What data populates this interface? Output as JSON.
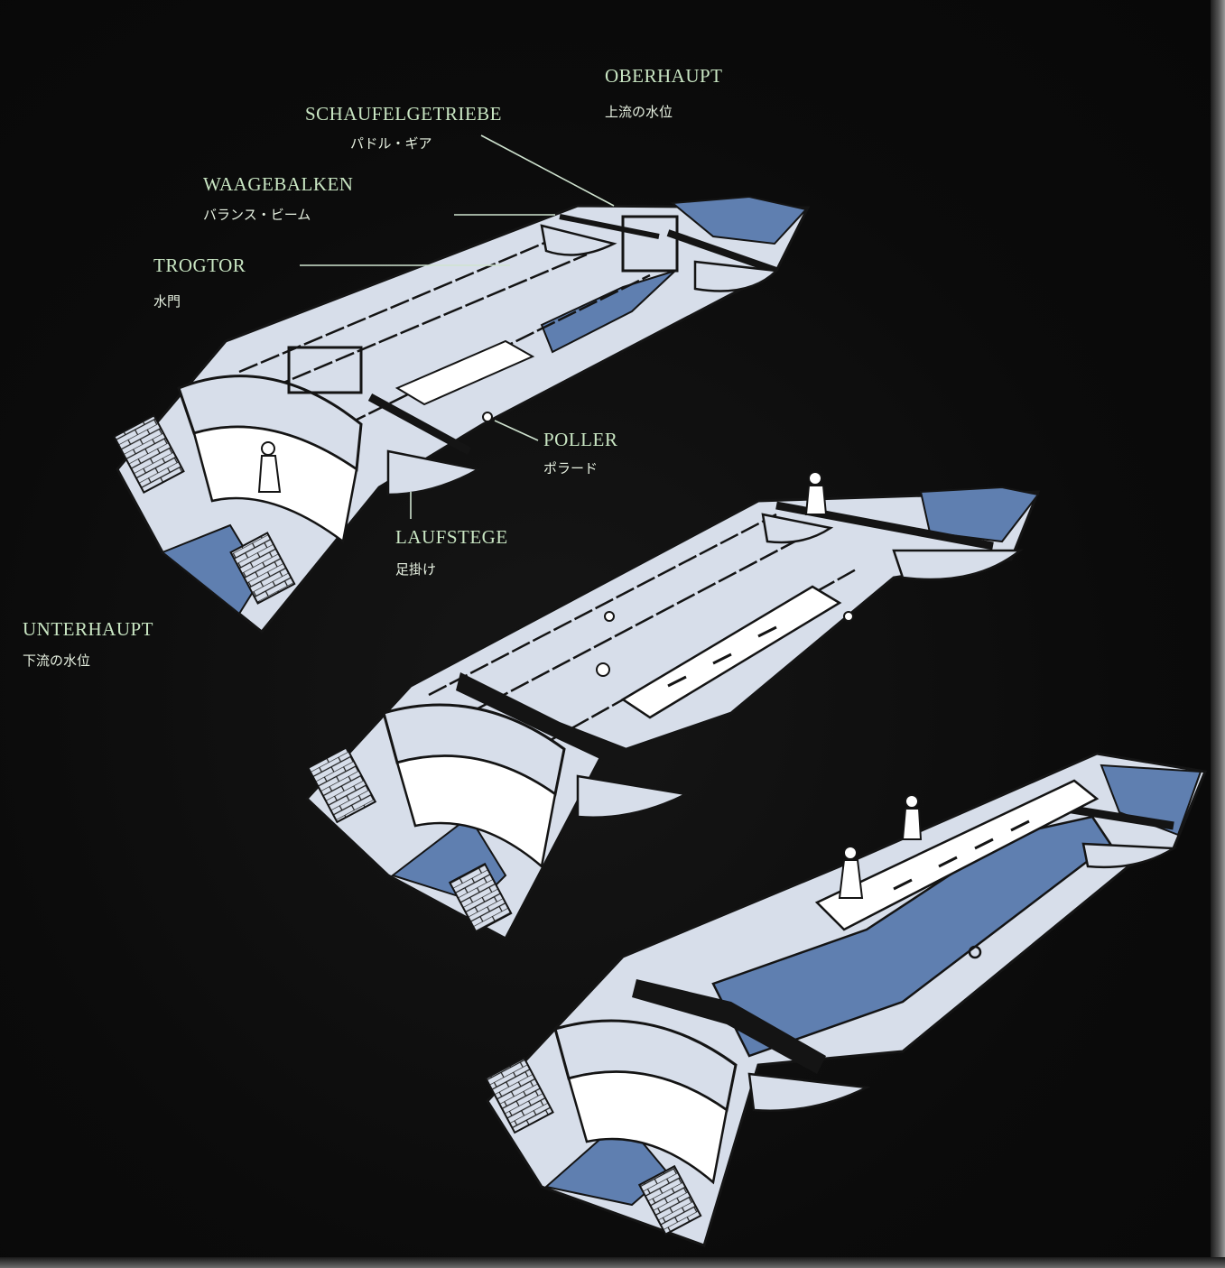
{
  "labels": {
    "oberhaupt": {
      "de": "OBERHAUPT",
      "ja": "上流の水位"
    },
    "schaufelgetriebe": {
      "de": "SCHAUFELGETRIEBE",
      "ja": "パドル・ギア"
    },
    "waagebalken": {
      "de": "WAAGEBALKEN",
      "ja": "バランス・ビーム"
    },
    "trogtor": {
      "de": "TROGTOR",
      "ja": "水門"
    },
    "poller": {
      "de": "POLLER",
      "ja": "ポラード"
    },
    "laufstege": {
      "de": "LAUFSTEGE",
      "ja": "足掛け"
    },
    "unterhaupt": {
      "de": "UNTERHAUPT",
      "ja": "下流の水位"
    }
  },
  "colors": {
    "board": "#0c0c0c",
    "label_text": "#c9e6c3",
    "leader_line": "#cfe3cf",
    "stone": "#d7deea",
    "water": "#5f7fb0",
    "ink": "#141414"
  }
}
